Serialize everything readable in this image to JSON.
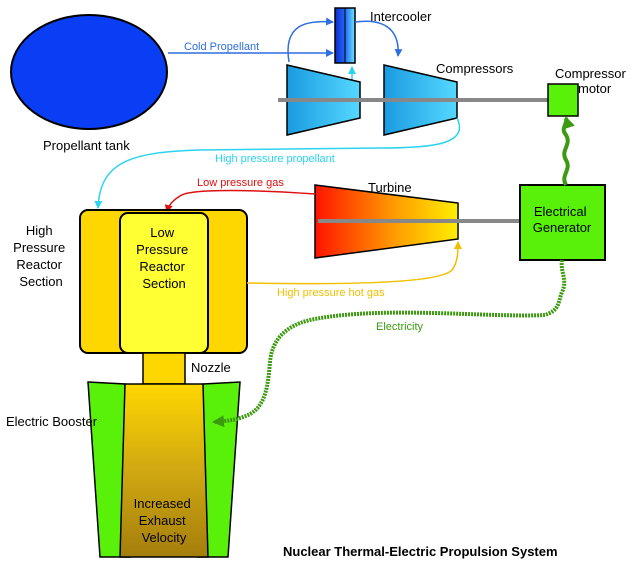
{
  "title": "Nuclear Thermal-Electric Propulsion System",
  "components": {
    "propellant_tank": "Propellant tank",
    "intercooler": "Intercooler",
    "compressors": "Compressors",
    "compressor_motor": [
      "Compressor",
      "motor"
    ],
    "turbine": "Turbine",
    "electrical_generator": [
      "Electrical",
      "Generator"
    ],
    "high_pressure_reactor": [
      "High",
      "Pressure",
      "Reactor",
      "Section"
    ],
    "low_pressure_reactor": [
      "Low",
      "Pressure",
      "Reactor",
      "Section"
    ],
    "nozzle": "Nozzle",
    "electric_booster": "Electric Booster",
    "exhaust": [
      "Increased",
      "Exhaust",
      "Velocity"
    ]
  },
  "flows": {
    "cold_propellant": "Cold Propellant",
    "high_pressure_propellant": "High pressure propellant",
    "low_pressure_gas": "Low pressure gas",
    "high_pressure_hot_gas": "High pressure hot gas",
    "electricity": "Electricity"
  },
  "colors": {
    "tank": "#0a3ef5",
    "compressor": "#29b6f6",
    "cold_flow": "#2f6fe0",
    "hp_propellant_flow": "#2ad4ee",
    "low_pressure_flow": "#e01010",
    "hot_gas_flow": "#f0c000",
    "electricity_flow": "#3c9a10",
    "reactor": "#ffd700",
    "reactor_inner": "#ffff33",
    "generator": "#59f00a",
    "exhaust": "#c9a20a"
  }
}
